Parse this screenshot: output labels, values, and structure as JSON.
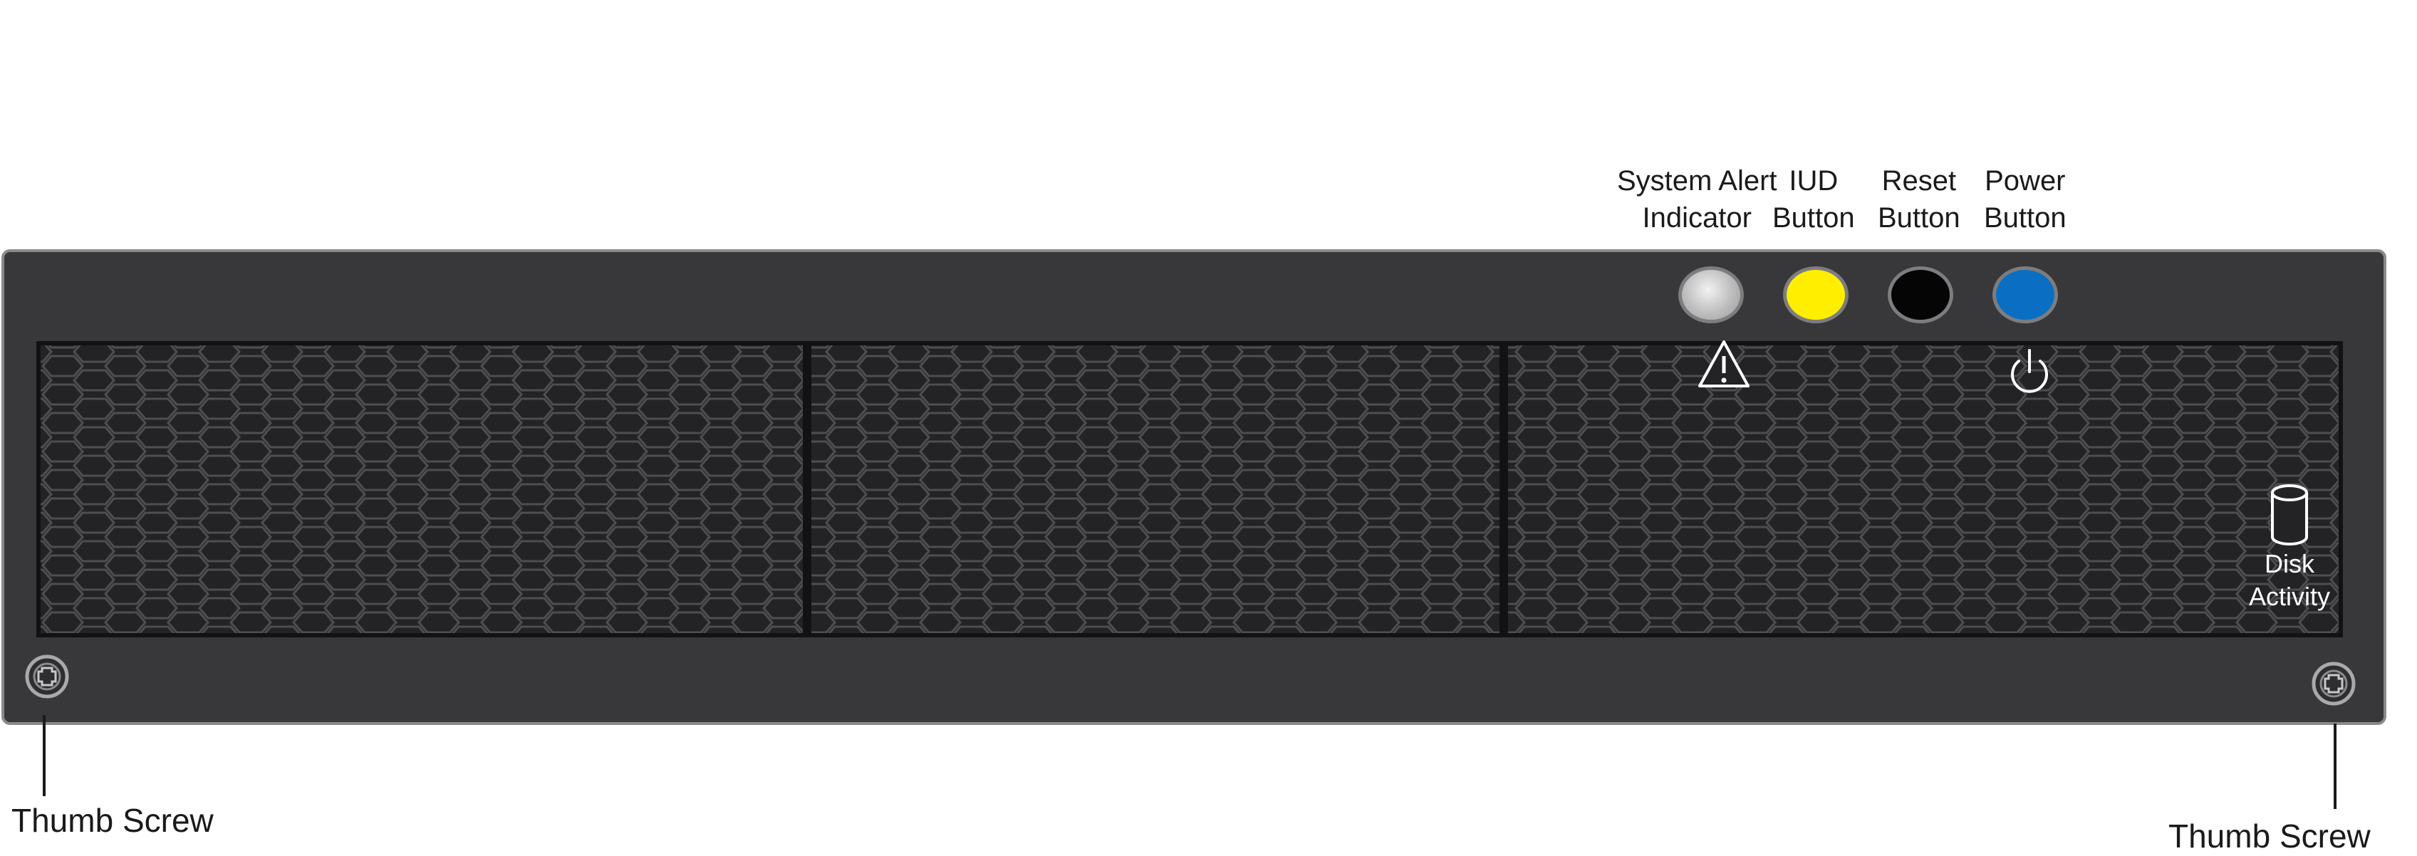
{
  "labels": {
    "system_alert": [
      "System Alert",
      "Indicator"
    ],
    "iud_button": [
      "IUD",
      "Button"
    ],
    "reset_button": [
      "Reset",
      "Button"
    ],
    "power_button": [
      "Power",
      "Button"
    ],
    "disk_activity": [
      "Disk",
      "Activity"
    ],
    "thumb_screw_left": "Thumb Screw",
    "thumb_screw_right": "Thumb Screw"
  },
  "colors": {
    "chassis": "#38383a",
    "grille": "#232325",
    "system_alert": "#c8c8c8",
    "iud": "#ffee00",
    "reset": "#050505",
    "power": "#0a6fc2"
  },
  "icons": {
    "system_alert": "warning-triangle-icon",
    "power": "power-symbol-icon",
    "disk": "disk-cylinder-icon",
    "thumb_screw": "thumb-screw-icon"
  }
}
